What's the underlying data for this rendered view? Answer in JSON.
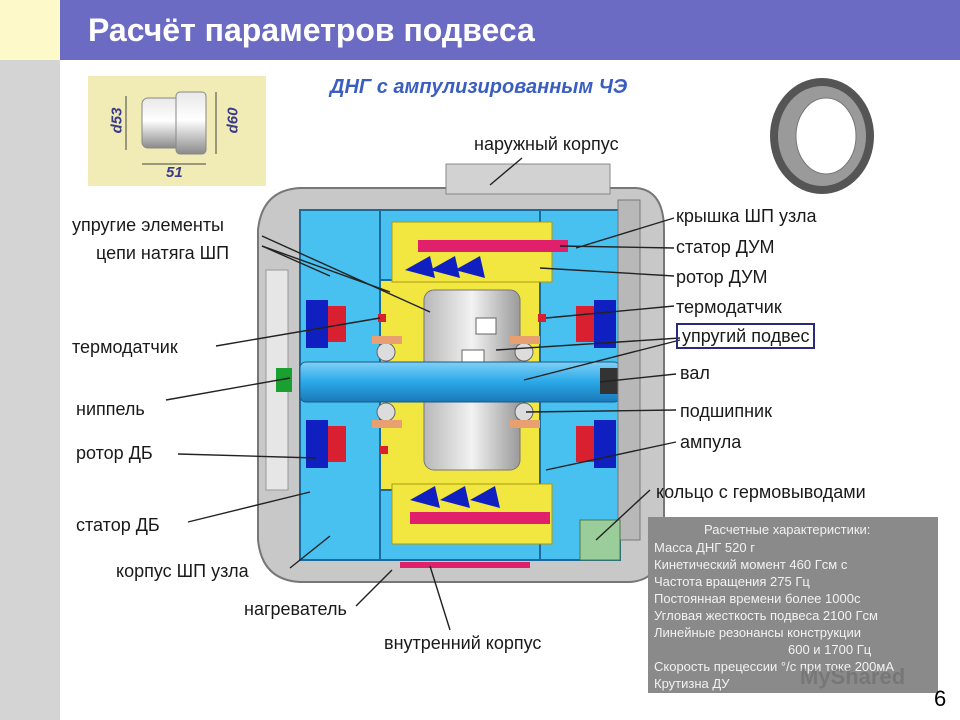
{
  "slide": {
    "title": "Расчёт параметров подвеса",
    "subtitle": "ДНГ с ампулизированным ЧЭ",
    "page_number": "6"
  },
  "inset": {
    "dim_left": "d53",
    "dim_right": "d60",
    "dim_bottom": "51"
  },
  "labels": {
    "outer_case": "наружный корпус",
    "elastic_elements_1": "упругие элементы",
    "elastic_elements_2": "цепи натяга ШП",
    "thermosensor_left": "термодатчик",
    "nipple": "ниппель",
    "rotor_db": "ротор ДБ",
    "stator_db": "статор ДБ",
    "housing_sp": "корпус ШП узла",
    "heater": "нагреватель",
    "inner_case": "внутренний корпус",
    "cover_sp": "крышка ШП узла",
    "stator_dum": "статор ДУМ",
    "rotor_dum": "ротор ДУМ",
    "thermosensor_right": "термодатчик",
    "elastic_suspension": "упругий подвес",
    "shaft": "вал",
    "bearing": "подшипник",
    "ampoule": "ампула",
    "ring_hermetic": "кольцо с гермовыводами"
  },
  "specs": {
    "heading": "Расчетные характеристики:",
    "mass": "Масса ДНГ  520 г",
    "kinetic": "Кинетический момент     460 Гсм с",
    "freq": "Частота вращения          275 Гц",
    "time_const": "Постоянная времени   более 1000с",
    "stiffness": "Угловая жесткость подвеса      2100 Гсм",
    "resonances": "Линейные резонансы конструкции",
    "resonances_values": "600 и 1700 Гц",
    "precession": "Скорость прецессии     °/с при токе 200мА",
    "slope": "Крутизна ДУ"
  },
  "watermark": "MyShared",
  "colors": {
    "title_bar": "#6b6bc4",
    "accent_blue": "#2a9ee0",
    "coil_blue": "#1020c0",
    "coil_red": "#d82030",
    "magenta": "#e0206a",
    "yellow_part": "#f2e640",
    "specs_bg": "#8a8a8a"
  }
}
